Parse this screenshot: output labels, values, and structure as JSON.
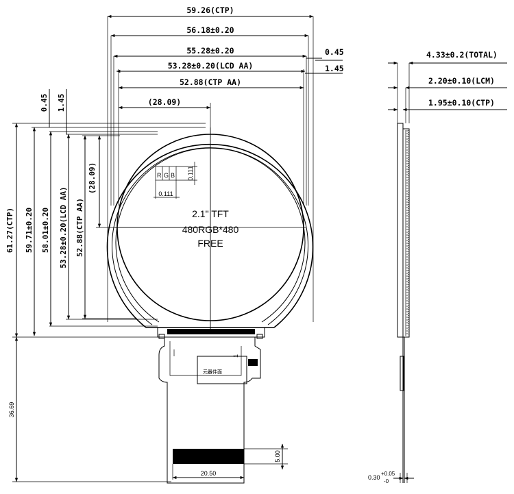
{
  "front_view": {
    "top_dims": {
      "ctp_width": "59.26(CTP)",
      "outline_width": "56.18±0.20",
      "panel_width": "55.28±0.20",
      "lcd_aa_width": "53.28±0.20(LCD AA)",
      "ctp_aa_width": "52.88(CTP AA)",
      "radius_h": "(28.09)",
      "offset_outer": "0.45",
      "offset_inner": "1.45"
    },
    "left_dims": {
      "offset_outer": "0.45",
      "offset_inner": "1.45",
      "ctp_height": "61.27(CTP)",
      "outline_height": "59.71±0.20",
      "panel_height": "58.01±0.20",
      "lcd_aa_height": "53.28±0.20(LCD AA)",
      "ctp_aa_height": "52.88(CTP AA)",
      "radius_v": "(28.09)",
      "fpc_length": "36.69"
    },
    "pixel_detail": {
      "r": "R",
      "g": "G",
      "b": "B",
      "pitch_h": "0.111",
      "pitch_v": "0.111"
    },
    "center_text": {
      "line1": "2.1\"  TFT",
      "line2": "480RGB*480",
      "line3": "FREE"
    },
    "fpc": {
      "chinese_label": "元器件面",
      "pin_mark": "1",
      "connector_width": "20.50",
      "connector_height": "5.00"
    }
  },
  "side_view": {
    "total_thickness": "4.33±0.2(TOTAL)",
    "lcm_thickness": "2.20±0.10(LCM)",
    "ctp_thickness": "1.95±0.10(CTP)",
    "fpc_thickness_base": "0.30",
    "fpc_tol_plus": "+0.05",
    "fpc_tol_minus": "-0"
  }
}
